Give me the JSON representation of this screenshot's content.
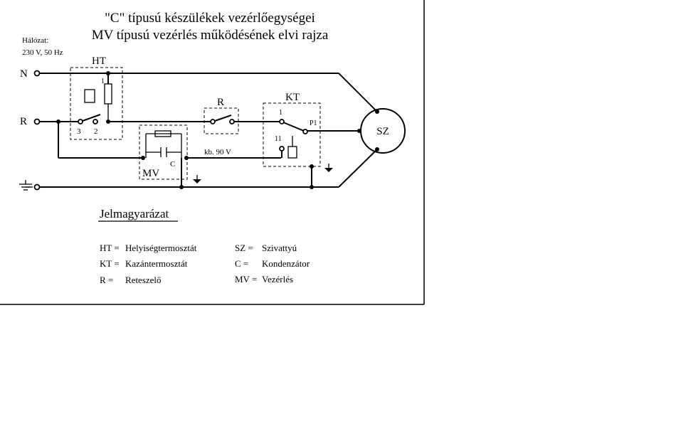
{
  "title": {
    "line1": "\"C\" típusú készülékek vezérlőegységei",
    "line2": "MV típusú vezérlés működésének elvi rajza"
  },
  "network": {
    "label": "Hálózat:",
    "spec": "230 V, 50 Hz"
  },
  "lines": {
    "neutral": "N",
    "live": "R"
  },
  "blocks": {
    "ht": {
      "name": "HT",
      "pin1": "1",
      "pin2": "2",
      "pin3": "3"
    },
    "r": {
      "name": "R"
    },
    "kt": {
      "name": "KT",
      "pin1": "1",
      "pin11": "11",
      "p1": "P1"
    },
    "mv": {
      "name": "MV",
      "cap": "C"
    },
    "pump": {
      "name": "SZ"
    }
  },
  "voltage_label": "kb. 90 V",
  "legend": {
    "heading": "Jelmagyarázat",
    "items": [
      {
        "code": "HT =",
        "text": "Helyiségtermosztát"
      },
      {
        "code": "KT =",
        "text": "Kazántermosztát"
      },
      {
        "code": "R  =",
        "text": "Reteszelő"
      },
      {
        "code": "SZ  =",
        "text": "Szivattyú"
      },
      {
        "code": "C  =",
        "text": "Kondenzátor"
      },
      {
        "code": "MV =",
        "text": "Vezérlés"
      }
    ]
  }
}
